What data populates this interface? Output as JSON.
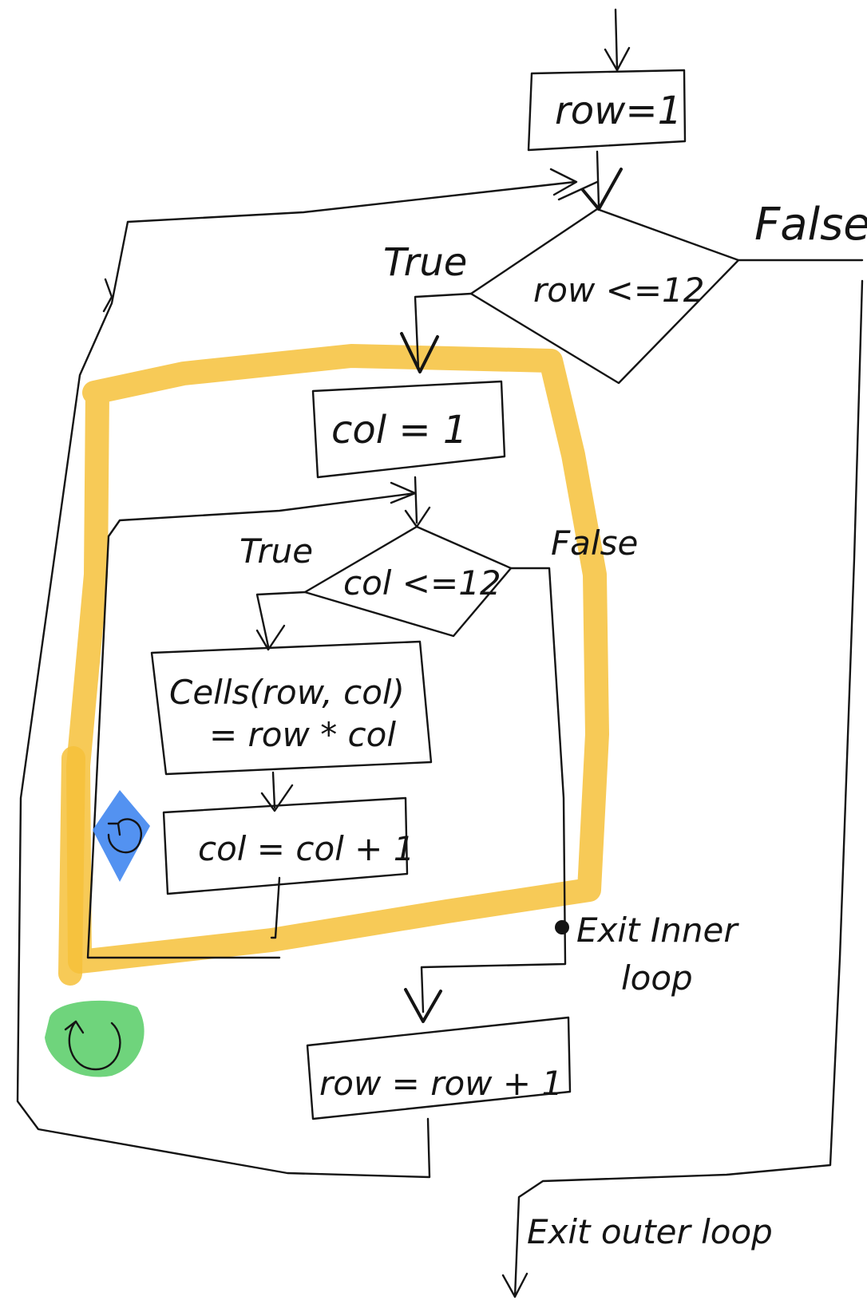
{
  "flowchart": {
    "init_row": "row=1",
    "outer_condition": "row <=12",
    "outer_true_label": "True",
    "outer_false_label": "False",
    "init_col": "col = 1",
    "inner_condition": "col <=12",
    "inner_true_label": "True",
    "inner_false_label": "False",
    "cells_line1": "Cells(row, col)",
    "cells_line2": "= row * col",
    "increment_col": "col = col + 1",
    "exit_inner_line1": "Exit Inner",
    "exit_inner_line2": "loop",
    "increment_row": "row = row + 1",
    "exit_outer": "Exit outer loop"
  },
  "colors": {
    "ink": "#141414",
    "inner_loop_highlight": "#f6c13a",
    "inner_loop_marker": "#4a8cf0",
    "outer_loop_marker": "#5fcf6e"
  },
  "icons": {
    "inner_loop_marker": "loop-arrow-icon",
    "outer_loop_marker": "loop-arrow-icon"
  }
}
